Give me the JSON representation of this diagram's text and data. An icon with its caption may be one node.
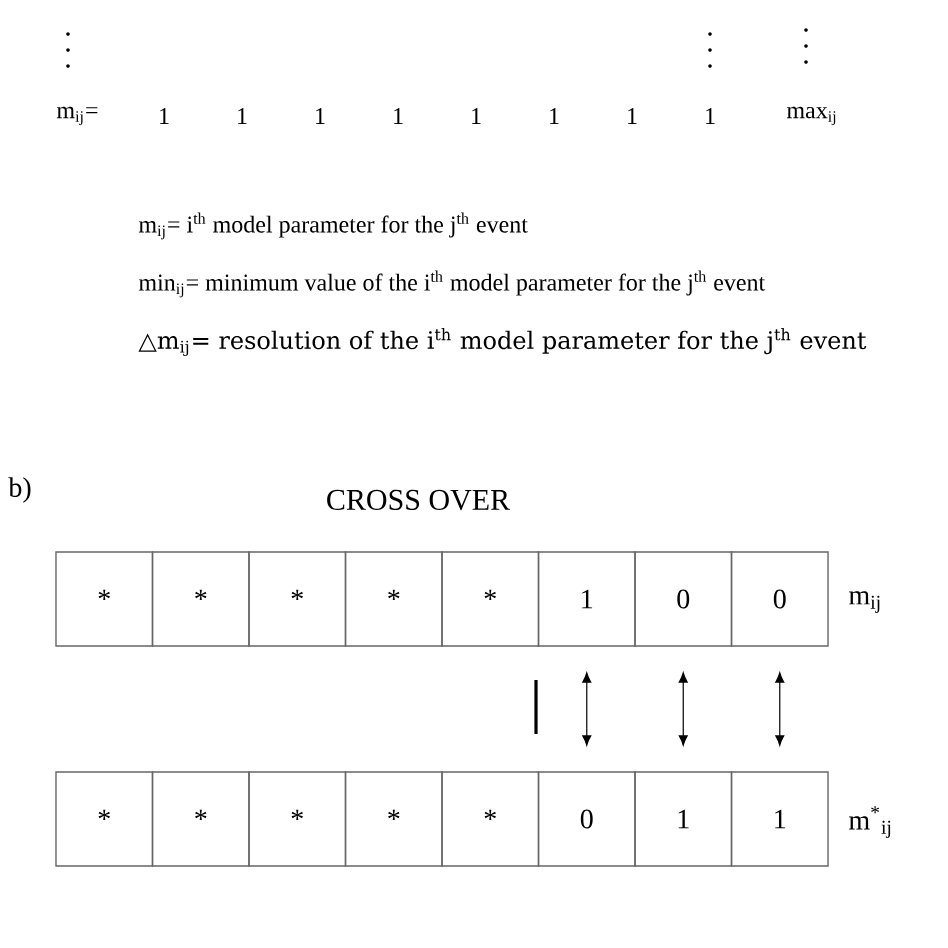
{
  "diagram": {
    "title": "CROSS OVER",
    "nodes": [
      {
        "text": [
          "*"
        ]
      },
      {
        "text": [
          "*"
        ]
      },
      {
        "text": [
          "*"
        ]
      },
      {
        "text": [
          "*"
        ]
      },
      {
        "text": [
          "*"
        ]
      },
      {
        "text": [
          "1"
        ]
      },
      {
        "text": [
          "0"
        ]
      },
      {
        "text": [
          "0"
        ]
      },
      {
        "text": [
          "*"
        ]
      },
      {
        "text": [
          "*"
        ]
      },
      {
        "text": [
          "*"
        ]
      },
      {
        "text": [
          "*"
        ]
      },
      {
        "text": [
          "*"
        ]
      },
      {
        "text": [
          "0"
        ]
      },
      {
        "text": [
          "1"
        ]
      },
      {
        "text": [
          "1"
        ]
      }
    ],
    "edges": [
      {
        "from": 5,
        "to": 13,
        "arrow": "both"
      },
      {
        "from": 6,
        "to": 14,
        "arrow": "both"
      },
      {
        "from": 7,
        "to": 15,
        "arrow": "both"
      }
    ],
    "labels": [
      "m$_{ij}$=",
      "1",
      "1",
      "1",
      "1",
      "1",
      "1",
      "1",
      "1",
      "max$_{ij}$",
      "m$_{ij}$=   i$^{th}$ model parameter for the j$^{th}$ event",
      "min$_{ij}$= minimum value of  the i$^{th}$ model parameter for the j$^{th}$ event",
      "△m$_{ij}$=   resolution of the i$^{th}$ model parameter for the j$^{th}$ event",
      "b)",
      "m$_{ij}$",
      "m$^{*}$$_{ij}$"
    ]
  }
}
